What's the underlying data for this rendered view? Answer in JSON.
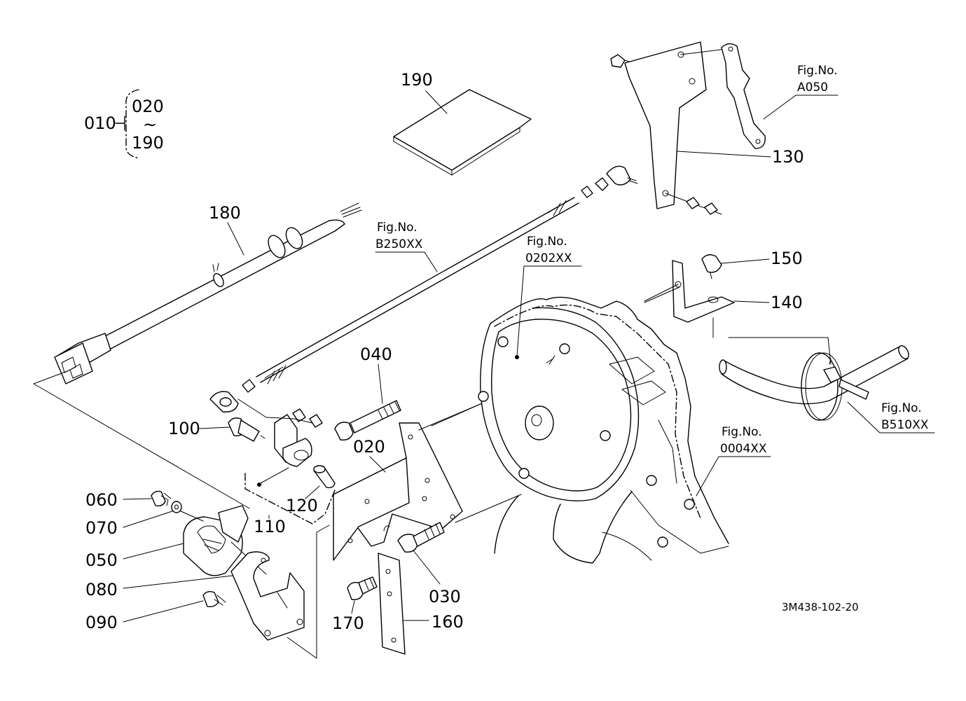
{
  "drawing_code": "3M438-102-20",
  "assembly": {
    "number": "010",
    "from": "020",
    "tilde": "~",
    "to": "190"
  },
  "parts": {
    "p020": "020",
    "p030": "030",
    "p040": "040",
    "p050": "050",
    "p060": "060",
    "p070": "070",
    "p080": "080",
    "p090": "090",
    "p100": "100",
    "p110": "110",
    "p120": "120",
    "p130": "130",
    "p140": "140",
    "p150": "150",
    "p160": "160",
    "p170": "170",
    "p180": "180",
    "p190": "190"
  },
  "figure_refs": {
    "a050": {
      "prefix": "Fig.No.",
      "code": "A050"
    },
    "b250": {
      "prefix": "Fig.No.",
      "code": "B250XX"
    },
    "f0202": {
      "prefix": "Fig.No.",
      "code": "0202XX"
    },
    "b510": {
      "prefix": "Fig.No.",
      "code": "B510XX"
    },
    "f0004": {
      "prefix": "Fig.No.",
      "code": "0004XX"
    }
  }
}
